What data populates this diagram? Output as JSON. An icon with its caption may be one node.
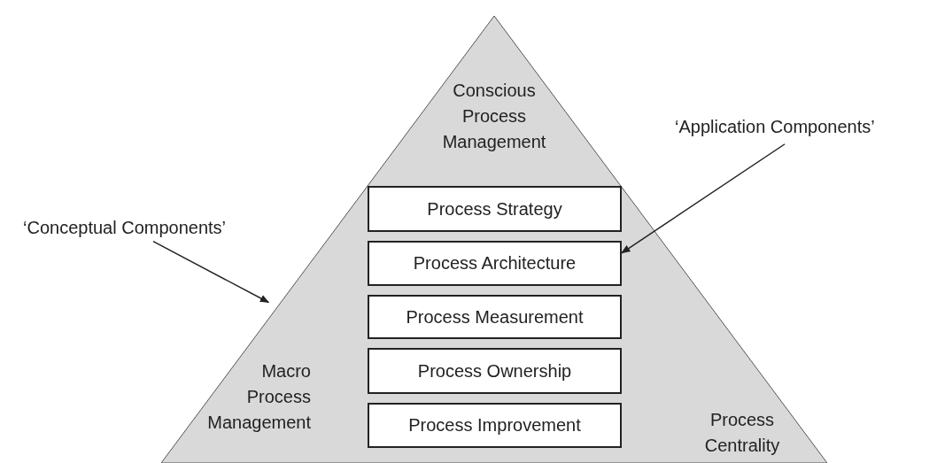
{
  "diagram": {
    "nodes": [
      {
        "text": [],
        "shape": "triangle"
      },
      {
        "text": [
          "Conscious Process Management"
        ],
        "in": 0
      },
      {
        "text": [
          "Process Strategy"
        ],
        "in": 0
      },
      {
        "text": [
          "Process Architecture"
        ],
        "in": 0
      },
      {
        "text": [
          "Process Measurement"
        ],
        "in": 0
      },
      {
        "text": [
          "Process Ownership"
        ],
        "in": 0
      },
      {
        "text": [
          "Process Improvement"
        ],
        "in": 0
      },
      {
        "text": [
          "Macro Process Management"
        ],
        "in": 0
      },
      {
        "text": [
          "Process Centrality"
        ],
        "in": 0
      },
      {
        "text": [
          "‘Conceptual Components’"
        ]
      },
      {
        "text": [
          "‘Application Components’"
        ]
      }
    ],
    "edges": [
      {
        "from": 9,
        "to": 7,
        "arrow": "to"
      },
      {
        "from": 10,
        "to": 3,
        "arrow": "to"
      }
    ]
  }
}
